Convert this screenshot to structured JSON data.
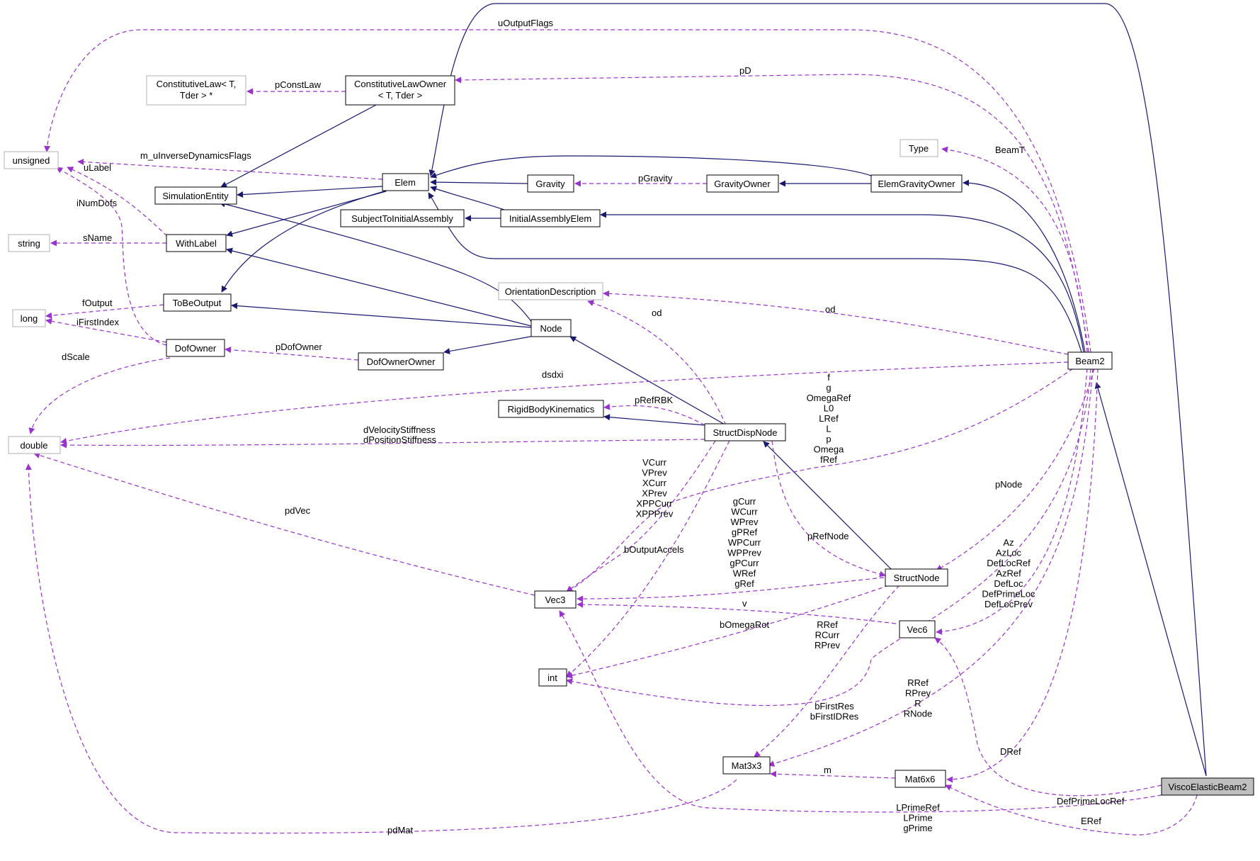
{
  "colors": {
    "inheritance": "#191970",
    "usage": "#9a32cd",
    "focus_fill": "#bfbfbf",
    "external_border": "#b0b0b0"
  },
  "nodes": {
    "visco_elastic_beam2": "ViscoElasticBeam2",
    "beam2": "Beam2",
    "elem": "Elem",
    "elem_gravity_owner": "ElemGravityOwner",
    "gravity_owner": "GravityOwner",
    "gravity": "Gravity",
    "initial_assembly_elem": "InitialAssemblyElem",
    "subject_to_initial_assembly": "SubjectToInitialAssembly",
    "simulation_entity": "SimulationEntity",
    "with_label": "WithLabel",
    "to_be_output": "ToBeOutput",
    "dof_owner": "DofOwner",
    "dof_owner_owner": "DofOwnerOwner",
    "node": "Node",
    "struct_disp_node": "StructDispNode",
    "struct_node": "StructNode",
    "rigid_body_kinematics": "RigidBodyKinematics",
    "cl_owner_line1": "ConstitutiveLawOwner",
    "cl_owner_line2": "< T, Tder >",
    "cl_line1": "ConstitutiveLaw< T,",
    "cl_line2": "Tder > *",
    "type": "Type",
    "orientation_description": "OrientationDescription",
    "unsigned": "unsigned",
    "string": "string",
    "long": "long",
    "double": "double",
    "vec3": "Vec3",
    "vec6": "Vec6",
    "int": "int",
    "mat3x3": "Mat3x3",
    "mat6x6": "Mat6x6"
  },
  "edge_labels": {
    "uOutputFlags": "uOutputFlags",
    "pD": "pD",
    "pConstLaw": "pConstLaw",
    "m_uInverseDynamicsFlags": "m_uInverseDynamicsFlags",
    "uLabel": "uLabel",
    "iNumDofs": "iNumDofs",
    "sName": "sName",
    "fOutput": "fOutput",
    "iFirstIndex": "iFirstIndex",
    "dScale": "dScale",
    "pDofOwner": "pDofOwner",
    "BeamT": "BeamT",
    "pGravity": "pGravity",
    "od_beam": "od",
    "od_struct": "od",
    "dsdxi": "dsdxi",
    "pRefRBK": "pRefRBK",
    "dVelocityStiffness": "dVelocityStiffness",
    "dPositionStiffness": "dPositionStiffness",
    "beam_vec3_list": [
      "f",
      "g",
      "OmegaRef",
      "L0",
      "LRef",
      "L",
      "p",
      "Omega",
      "fRef"
    ],
    "sdn_vec3_list": [
      "VCurr",
      "VPrev",
      "XCurr",
      "XPrev",
      "XPPCurr",
      "XPPPrev"
    ],
    "sn_vec3_list": [
      "gCurr",
      "WCurr",
      "WPrev",
      "gPRef",
      "WPCurr",
      "WPPrev",
      "gPCurr",
      "WRef",
      "gRef"
    ],
    "pdVec": "pdVec",
    "bOutputAccels": "bOutputAccels",
    "pRefNode": "pRefNode",
    "pNode": "pNode",
    "v": "v",
    "bOmegaRot": "bOmegaRot",
    "sn_mat_list": [
      "RRef",
      "RCurr",
      "RPrev"
    ],
    "vec6_list": [
      "Az",
      "AzLoc",
      "DefLocRef",
      "AzRef",
      "DefLoc",
      "DefPrimeLoc",
      "DefLocPrev"
    ],
    "beam_int_list": [
      "bFirstRes",
      "bFirstIDRes"
    ],
    "beam_mat_list": [
      "RRef",
      "RPrev",
      "R",
      "RNode"
    ],
    "DRef": "DRef",
    "m": "m",
    "DefPrimeLocRef": "DefPrimeLocRef",
    "ERef": "ERef",
    "visco_vec3_list": [
      "LPrimeRef",
      "LPrime",
      "gPrime"
    ],
    "pdMat": "pdMat"
  }
}
